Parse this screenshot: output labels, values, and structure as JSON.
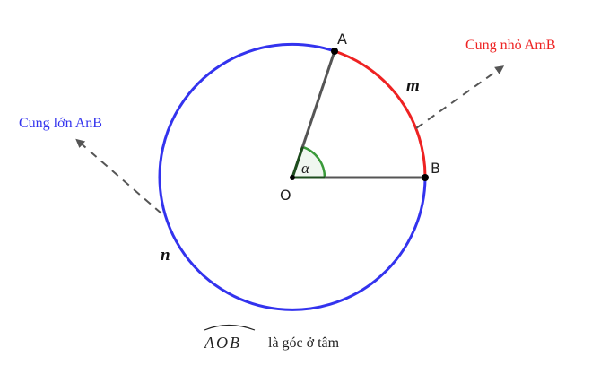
{
  "figure": {
    "points": {
      "A": {
        "label": "A"
      },
      "B": {
        "label": "B"
      },
      "O": {
        "label": "O"
      }
    },
    "arc_labels": {
      "minor": "m",
      "major": "n"
    },
    "angle_label": "α",
    "annotations": {
      "minor_arc": "Cung nhỏ AmB",
      "major_arc": "Cung lớn AnB"
    },
    "caption": {
      "angle": "AOB",
      "text": "là góc ở tâm"
    },
    "colors": {
      "major_arc": "#3333ee",
      "minor_arc": "#ee2222",
      "radius": "#555555",
      "angle_arc": "#3a9a3a",
      "arrow": "#555555",
      "point": "#000000"
    }
  }
}
